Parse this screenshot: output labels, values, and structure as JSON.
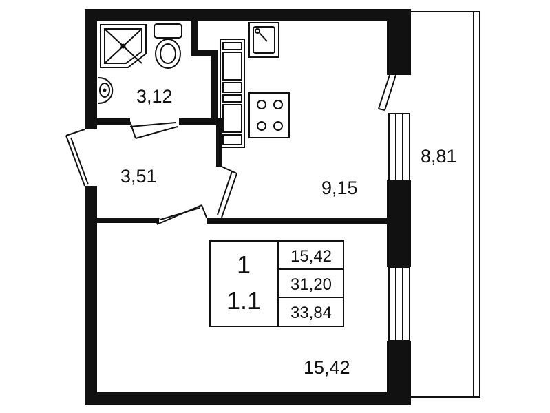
{
  "rooms": {
    "bathroom": {
      "area": "3,12"
    },
    "hallway": {
      "area": "3,51"
    },
    "kitchen": {
      "area": "9,15"
    },
    "living_room": {
      "area": "15,42"
    },
    "balcony": {
      "area": "8,81"
    }
  },
  "info_box": {
    "rooms_count": "1",
    "apartment_type": "1.1",
    "living_area": "15,42",
    "total_area": "31,20",
    "total_area_with_balcony": "33,84"
  },
  "fixtures": [
    "shower-icon",
    "toilet-icon",
    "washbasin-icon",
    "sink-icon",
    "stove-icon",
    "cabinet-icon"
  ],
  "colors": {
    "wall": "#111111",
    "background": "#ffffff"
  }
}
